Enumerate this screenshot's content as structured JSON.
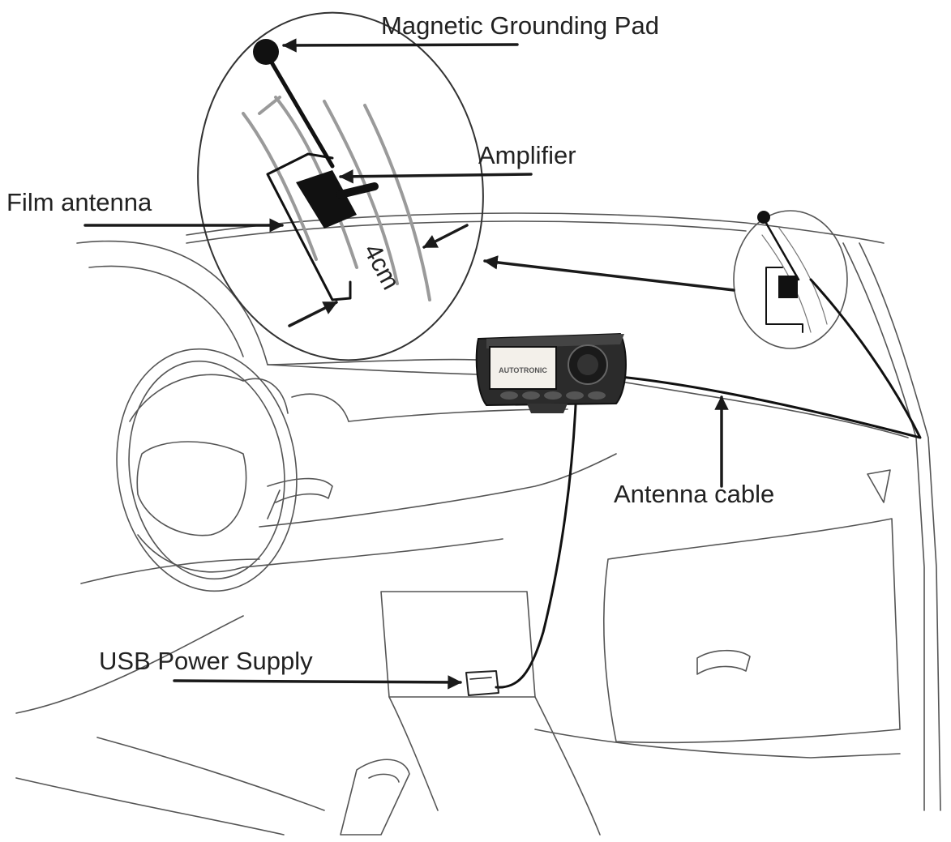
{
  "labels": {
    "grounding_pad": "Magnetic Grounding Pad",
    "amplifier": "Amplifier",
    "film_antenna": "Film antenna",
    "distance": "4cm",
    "antenna_cable": "Antenna cable",
    "usb_power": "USB Power Supply"
  },
  "device": {
    "screen_text": "AUTOTRONIC"
  },
  "colors": {
    "ink": "#111111",
    "outline": "#555555",
    "screen": "#f3f0ea",
    "device_body": "#2b2b2b"
  }
}
